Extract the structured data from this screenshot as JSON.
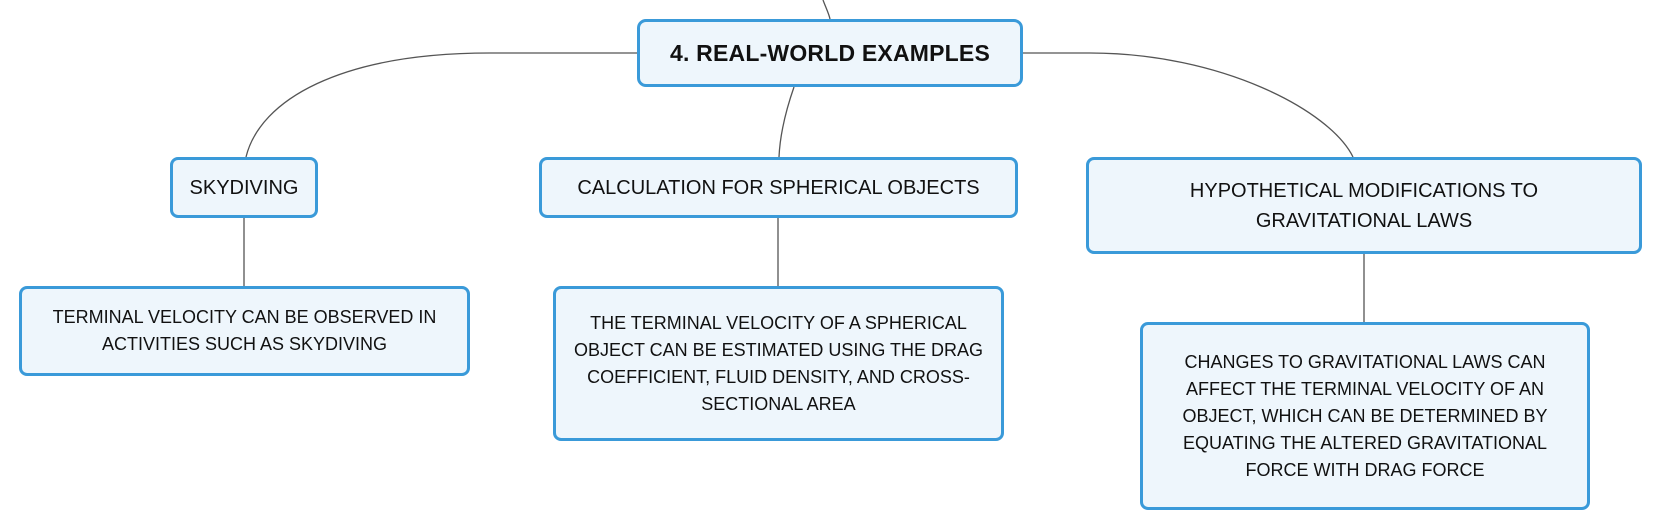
{
  "diagram": {
    "root": {
      "label": "4. REAL-WORLD EXAMPLES"
    },
    "branches": [
      {
        "label": "SKYDIVING",
        "child": "TERMINAL VELOCITY CAN BE OBSERVED IN ACTIVITIES SUCH AS SKYDIVING"
      },
      {
        "label": "CALCULATION FOR SPHERICAL OBJECTS",
        "child": "THE TERMINAL VELOCITY OF A SPHERICAL OBJECT CAN BE ESTIMATED USING THE DRAG COEFFICIENT, FLUID DENSITY, AND CROSS-SECTIONAL AREA"
      },
      {
        "label": "HYPOTHETICAL MODIFICATIONS TO GRAVITATIONAL LAWS",
        "child": "CHANGES TO GRAVITATIONAL LAWS CAN AFFECT THE TERMINAL VELOCITY OF AN OBJECT, WHICH CAN BE DETERMINED BY EQUATING THE ALTERED GRAVITATIONAL FORCE WITH DRAG FORCE"
      }
    ],
    "colors": {
      "node_border": "#3a9ad9",
      "node_fill": "#eef6fc",
      "connector": "#555555",
      "text": "#111111"
    }
  }
}
